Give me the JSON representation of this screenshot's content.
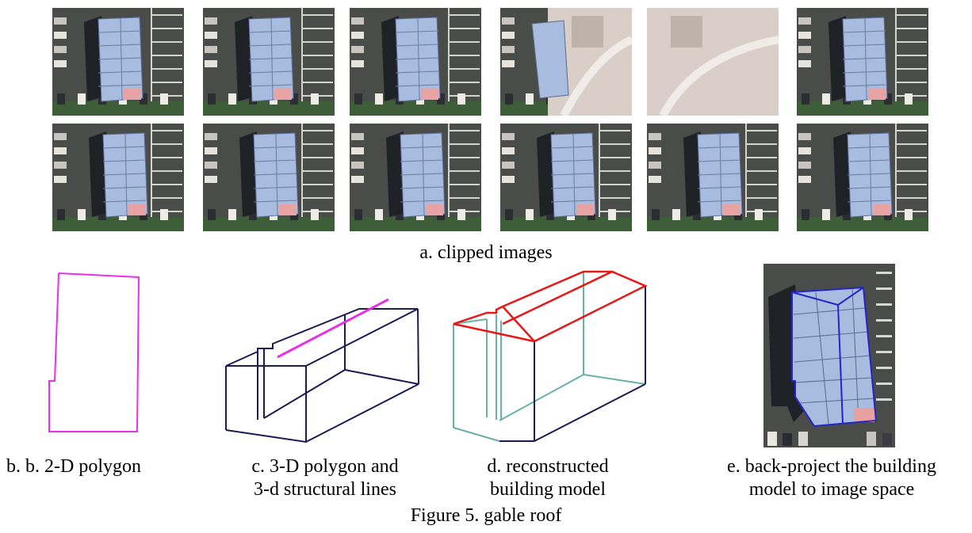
{
  "figure": {
    "caption": "Figure 5. gable roof"
  },
  "panels": {
    "a": {
      "caption": "a. clipped images",
      "image_count": 12
    },
    "b": {
      "caption": "b. b. 2-D polygon"
    },
    "c": {
      "caption_line1": "c. 3-D polygon and",
      "caption_line2": "3-d structural lines"
    },
    "d": {
      "caption_line1": "d. reconstructed",
      "caption_line2": "building model"
    },
    "e": {
      "caption_line1": "e. back-project the building",
      "caption_line2": "model to image space"
    }
  },
  "colors": {
    "polygon_2d": "#e830e8",
    "wireframe": "#1c1c50",
    "structural_line": "#e830e8",
    "roof_edges": "#e81818",
    "hidden_edges": "#6ab0a8",
    "projected_outline": "#2424c8",
    "roof_tint": "#a8bce0",
    "asphalt": "#4a4c4a"
  }
}
